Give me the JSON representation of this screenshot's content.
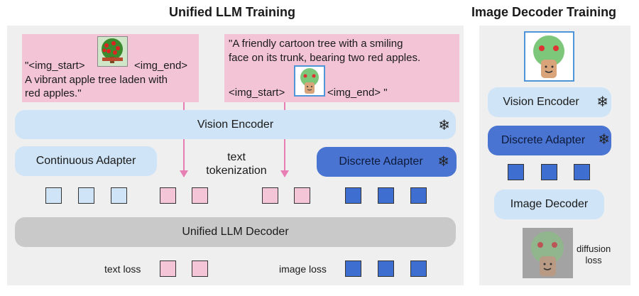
{
  "titles": {
    "left": "Unified LLM Training",
    "right": "Image Decoder Training"
  },
  "prompt1": {
    "line1": "\"<img_start>",
    "line1_end": "<img_end>",
    "line2": "A vibrant apple tree laden with",
    "line3": "red apples.\""
  },
  "prompt2": {
    "line1": "\"A friendly cartoon tree with a smiling",
    "line2": "face on its trunk, bearing two red apples.",
    "line3_start": "<img_start>",
    "line3_end": "<img_end> \""
  },
  "left": {
    "vision_encoder": "Vision Encoder",
    "continuous_adapter": "Continuous Adapter",
    "text_tokenization": "text\ntokenization",
    "discrete_adapter": "Discrete Adapter",
    "llm_decoder": "Unified LLM Decoder",
    "text_loss": "text loss",
    "image_loss": "image loss"
  },
  "right": {
    "vision_encoder": "Vision Encoder",
    "discrete_adapter": "Discrete Adapter",
    "image_decoder": "Image Decoder",
    "diffusion_loss": "diffusion\nloss"
  },
  "icons": {
    "snowflake": "❄",
    "frozen_marker": "snowflake-icon"
  },
  "colors": {
    "pink_text_box": "#f2c4d6",
    "light_blue": "#cfe4f6",
    "dark_blue": "#4a74d2",
    "gray_decoder": "#c9c9c9",
    "arrow_pink": "#e77fb5",
    "panel_gray": "#efefef"
  }
}
